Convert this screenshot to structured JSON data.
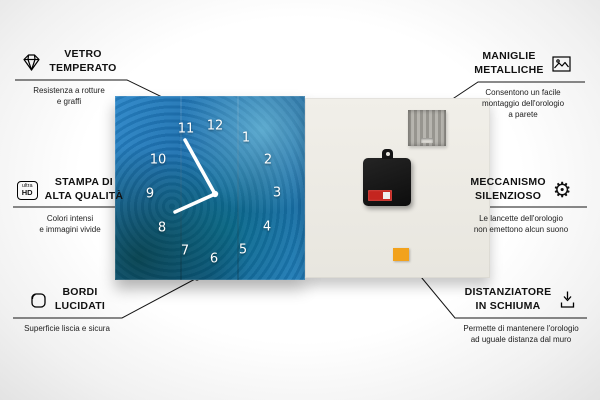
{
  "meta": {
    "type": "product-infographic",
    "language": "it",
    "subject": "glass wall clock front and back view"
  },
  "clock": {
    "numbers": [
      "12",
      "1",
      "2",
      "3",
      "4",
      "5",
      "6",
      "7",
      "8",
      "9",
      "10",
      "11"
    ]
  },
  "icons": {
    "ultra_hd_top": "ultra",
    "ultra_hd_bottom": "HD",
    "gear_glyph": "⚙"
  },
  "features": [
    {
      "id": "vetro-temperato",
      "title1": "VETRO",
      "title2": "TEMPERATO",
      "subtitle": "Resistenza a rotture\ne graffi",
      "icon": "diamond-icon"
    },
    {
      "id": "stampa-alta-qualita",
      "title1": "STAMPA DI",
      "title2": "ALTA QUALITÀ",
      "subtitle": "Colori intensi\ne immagini vivide",
      "icon": "ultra-hd-icon"
    },
    {
      "id": "bordi-lucidati",
      "title1": "BORDI",
      "title2": "LUCIDATI",
      "subtitle": "Superficie liscia e sicura",
      "icon": "polished-edge-icon"
    },
    {
      "id": "maniglie-metalliche",
      "title1": "MANIGLIE",
      "title2": "METALLICHE",
      "subtitle": "Consentono un facile\nmontaggio dell'orologio\na parete",
      "icon": "picture-frame-icon"
    },
    {
      "id": "meccanismo-silenzioso",
      "title1": "MECCANISMO",
      "title2": "SILENZIOSO",
      "subtitle": "Le lancette dell'orologio\nnon emettono alcun suono",
      "icon": "gear-icon"
    },
    {
      "id": "distanziatore-schiuma",
      "title1": "DISTANZIATORE",
      "title2": "IN SCHIUMA",
      "subtitle": "Permette di mantenere l'orologio\nad uguale distanza dal muro",
      "icon": "foam-spacer-icon"
    }
  ],
  "colors": {
    "clock_blue": "#1c6fae",
    "back_panel": "#ebe9e4",
    "foam_orange": "#f2a21c",
    "callout_line": "#151515",
    "hands_white": "#ffffff"
  }
}
